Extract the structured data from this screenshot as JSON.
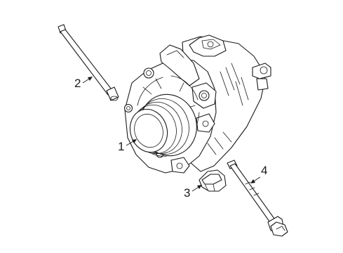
{
  "diagram": {
    "callouts": [
      {
        "id": "alternator",
        "label": "1"
      },
      {
        "id": "stud",
        "label": "2"
      },
      {
        "id": "nut",
        "label": "3"
      },
      {
        "id": "bolt",
        "label": "4"
      }
    ]
  }
}
